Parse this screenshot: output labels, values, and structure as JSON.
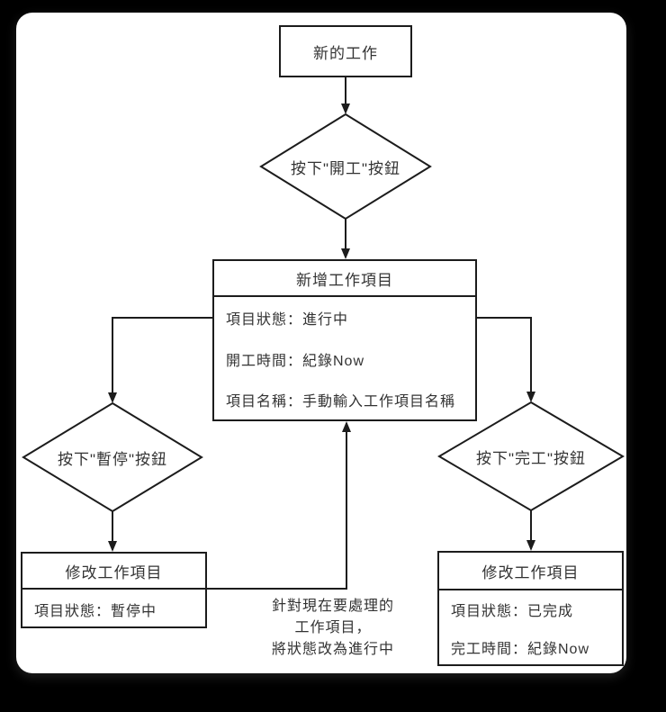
{
  "colors": {
    "background": "#000000",
    "paper": "#ffffff",
    "line": "#1c1c1c",
    "text": "#333333"
  },
  "diagram": {
    "start": {
      "label": "新的工作"
    },
    "decision_start": {
      "label": "按下\"開工\"按鈕"
    },
    "create_box": {
      "title": "新增工作項目",
      "lines": [
        "項目狀態：進行中",
        "開工時間：紀錄Now",
        "項目名稱：手動輸入工作項目名稱"
      ]
    },
    "decision_pause": {
      "label": "按下\"暫停\"按鈕"
    },
    "decision_finish": {
      "label": "按下\"完工\"按鈕"
    },
    "pause_box": {
      "title": "修改工作項目",
      "lines": [
        "項目狀態：暫停中"
      ]
    },
    "finish_box": {
      "title": "修改工作項目",
      "lines": [
        "項目狀態：已完成",
        "完工時間：紀錄Now"
      ]
    },
    "annotation": {
      "lines": [
        "針對現在要處理的",
        "工作項目，",
        "將狀態改為進行中"
      ]
    }
  }
}
